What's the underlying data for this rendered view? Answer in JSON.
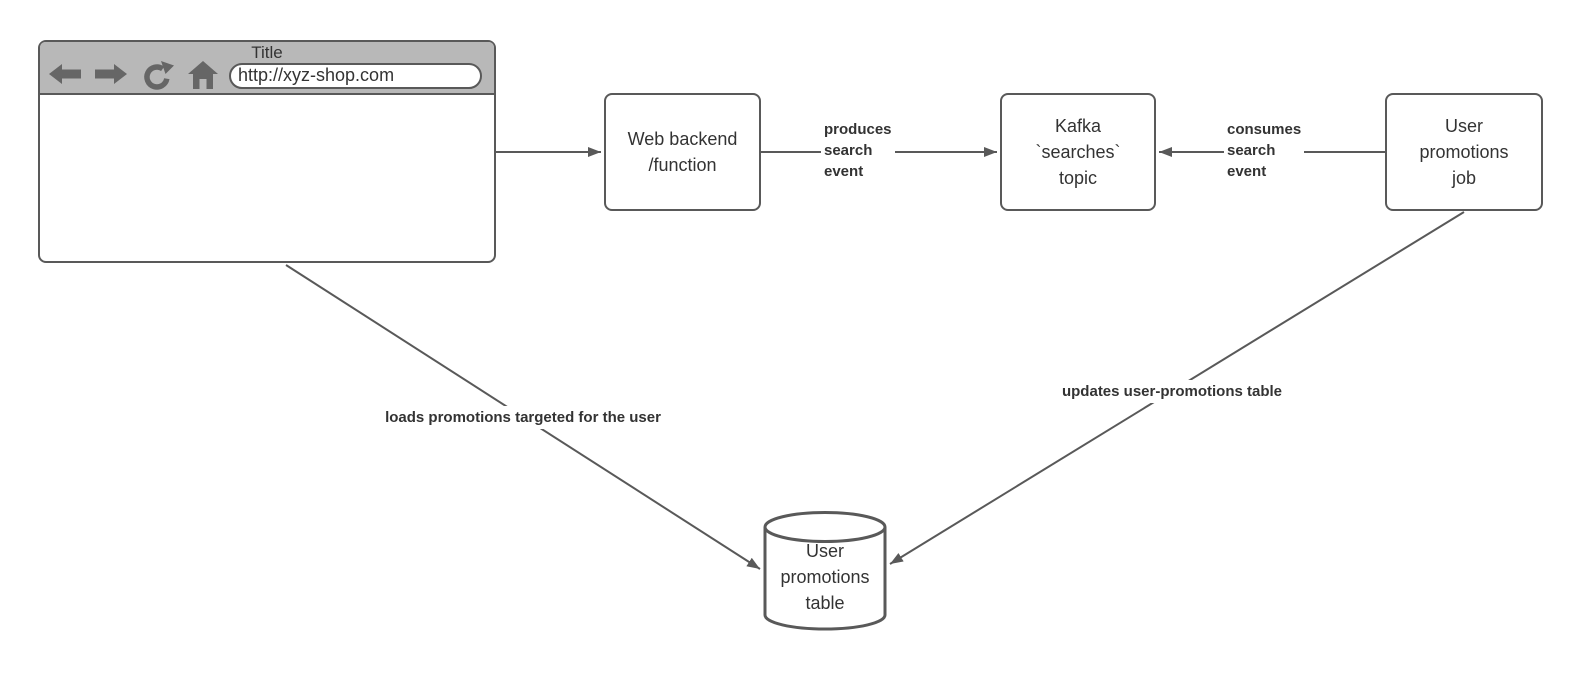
{
  "colors": {
    "canvas_bg": "#ffffff",
    "shape_border": "#595959",
    "shape_fill": "#ffffff",
    "text": "#333333",
    "toolbar_bg": "#b8b8b8",
    "icon": "#666666",
    "connector": "#595959"
  },
  "browser": {
    "title": "Title",
    "url": "http://xyz-shop.com",
    "icons": [
      {
        "name": "back-icon",
        "glyph": "left-arrow"
      },
      {
        "name": "forward-icon",
        "glyph": "right-arrow"
      },
      {
        "name": "reload-icon",
        "glyph": "clockwise-circular-arrow"
      },
      {
        "name": "home-icon",
        "glyph": "house"
      }
    ]
  },
  "nodes": {
    "web_backend": {
      "label": "Web backend\n/function",
      "shape": "rectangle"
    },
    "kafka_topic": {
      "label": "Kafka\n`searches`\ntopic",
      "shape": "rectangle"
    },
    "user_promotions_job": {
      "label": "User\npromotions\njob",
      "shape": "rectangle"
    },
    "user_promotions_table": {
      "label": "User\npromotions\ntable",
      "shape": "cylinder"
    }
  },
  "edges": {
    "browser_to_backend": {
      "from": "browser",
      "to": "web_backend",
      "label": ""
    },
    "backend_to_kafka": {
      "from": "web_backend",
      "to": "kafka_topic",
      "label": "produces\nsearch\nevent"
    },
    "job_to_kafka": {
      "from": "user_promotions_job",
      "to": "kafka_topic",
      "label": "consumes\nsearch\nevent"
    },
    "browser_to_table": {
      "from": "browser",
      "to": "user_promotions_table",
      "label": "loads promotions targeted for the user"
    },
    "job_to_table": {
      "from": "user_promotions_job",
      "to": "user_promotions_table",
      "label": "updates user-promotions table"
    }
  }
}
